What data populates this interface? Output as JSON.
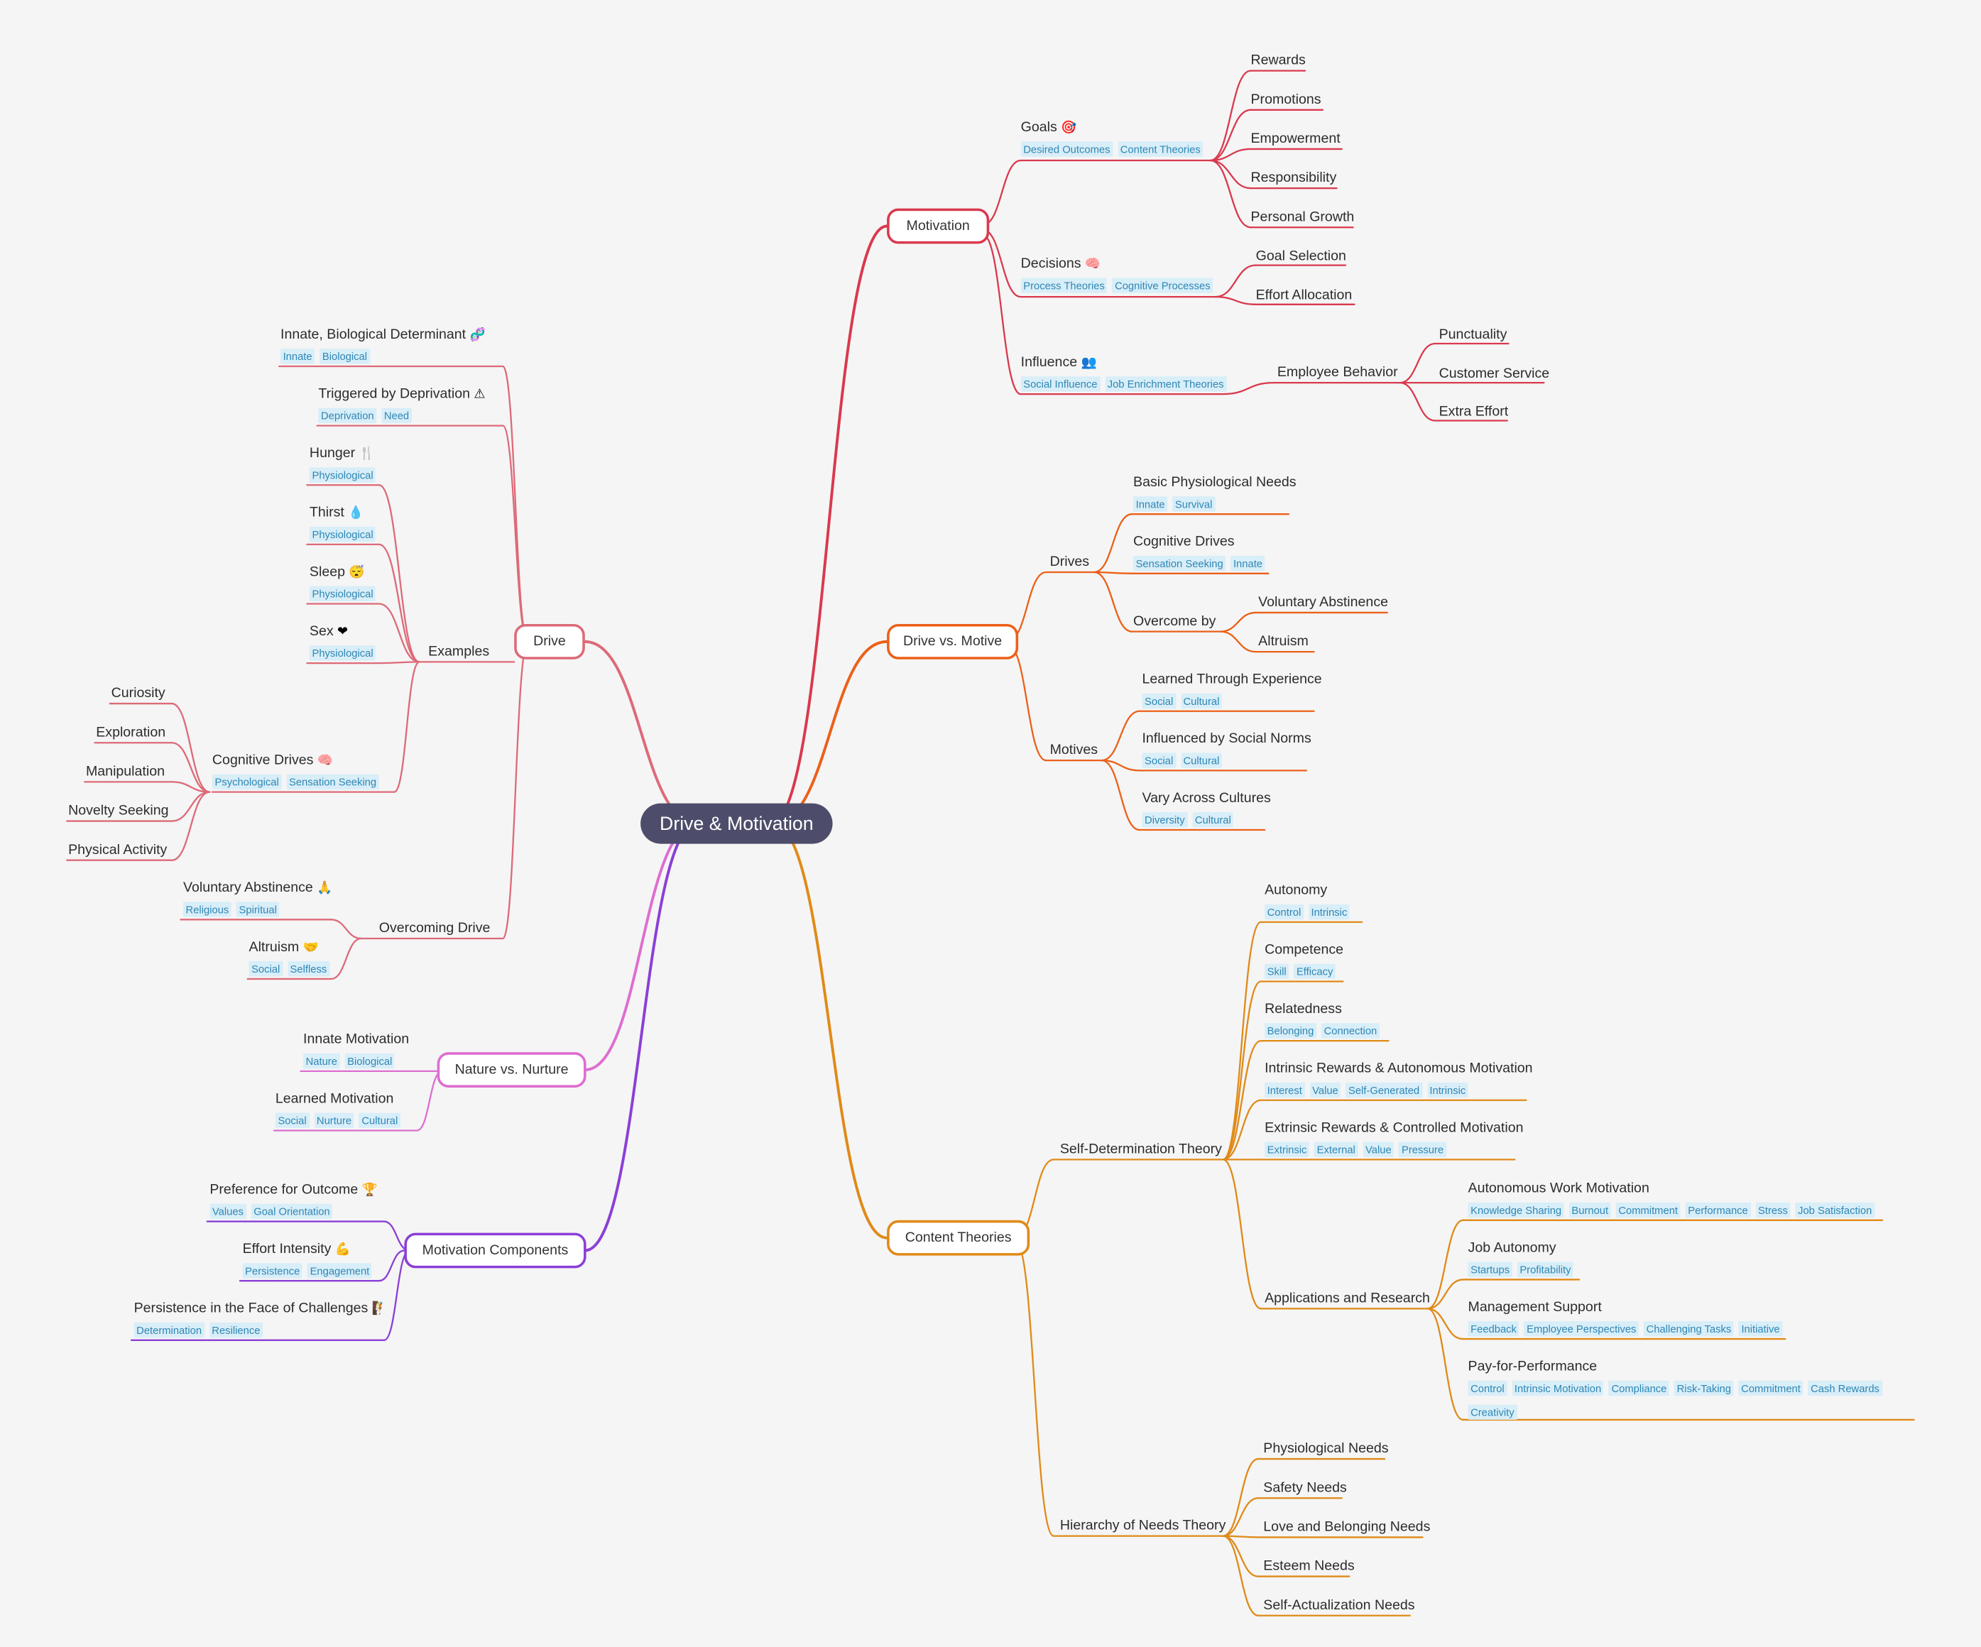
{
  "root": "Drive & Motivation",
  "colors": {
    "motivation": "#d9394e",
    "drive_motive": "#ec6019",
    "content": "#e08a18",
    "drive": "#dd6a78",
    "nature": "#dd6ed0",
    "components": "#8b3fd6",
    "tag_bg": "#d8eef8",
    "tag_text": "#2f86b4",
    "root_bg": "#4d4d6b"
  },
  "motivation": {
    "label": "Motivation",
    "goals": {
      "label": "Goals",
      "icon": "target-icon",
      "emoji": "🎯",
      "tags": [
        "Desired Outcomes",
        "Content Theories"
      ],
      "children": [
        "Rewards",
        "Promotions",
        "Empowerment",
        "Responsibility",
        "Personal Growth"
      ]
    },
    "decisions": {
      "label": "Decisions",
      "icon": "brain-icon",
      "emoji": "🧠",
      "tags": [
        "Process Theories",
        "Cognitive Processes"
      ],
      "children": [
        "Goal Selection",
        "Effort Allocation"
      ]
    },
    "influence": {
      "label": "Influence",
      "icon": "people-icon",
      "emoji": "👥",
      "tags": [
        "Social Influence",
        "Job Enrichment Theories"
      ],
      "employee_behavior": {
        "label": "Employee Behavior",
        "children": [
          "Punctuality",
          "Customer Service",
          "Extra Effort"
        ]
      }
    }
  },
  "drive_vs_motive": {
    "label": "Drive vs. Motive",
    "drives": {
      "label": "Drives",
      "basic": {
        "label": "Basic Physiological Needs",
        "tags": [
          "Innate",
          "Survival"
        ]
      },
      "cognitive": {
        "label": "Cognitive Drives",
        "tags": [
          "Sensation Seeking",
          "Innate"
        ]
      },
      "overcome": {
        "label": "Overcome by",
        "children": [
          "Voluntary Abstinence",
          "Altruism"
        ]
      }
    },
    "motives": {
      "label": "Motives",
      "children": [
        {
          "label": "Learned Through Experience",
          "tags": [
            "Social",
            "Cultural"
          ]
        },
        {
          "label": "Influenced by Social Norms",
          "tags": [
            "Social",
            "Cultural"
          ]
        },
        {
          "label": "Vary Across Cultures",
          "tags": [
            "Diversity",
            "Cultural"
          ]
        }
      ]
    }
  },
  "content_theories": {
    "label": "Content Theories",
    "sdt": {
      "label": "Self-Determination Theory",
      "children": [
        {
          "label": "Autonomy",
          "tags": [
            "Control",
            "Intrinsic"
          ]
        },
        {
          "label": "Competence",
          "tags": [
            "Skill",
            "Efficacy"
          ]
        },
        {
          "label": "Relatedness",
          "tags": [
            "Belonging",
            "Connection"
          ]
        },
        {
          "label": "Intrinsic Rewards & Autonomous Motivation",
          "tags": [
            "Interest",
            "Value",
            "Self-Generated",
            "Intrinsic"
          ]
        },
        {
          "label": "Extrinsic Rewards & Controlled Motivation",
          "tags": [
            "Extrinsic",
            "External",
            "Value",
            "Pressure"
          ]
        }
      ],
      "applications": {
        "label": "Applications and Research",
        "children": [
          {
            "label": "Autonomous Work Motivation",
            "tags": [
              "Knowledge Sharing",
              "Burnout",
              "Commitment",
              "Performance",
              "Stress",
              "Job Satisfaction"
            ]
          },
          {
            "label": "Job Autonomy",
            "tags": [
              "Startups",
              "Profitability"
            ]
          },
          {
            "label": "Management Support",
            "tags": [
              "Feedback",
              "Employee Perspectives",
              "Challenging Tasks",
              "Initiative"
            ]
          },
          {
            "label": "Pay-for-Performance",
            "tags": [
              "Control",
              "Intrinsic Motivation",
              "Compliance",
              "Risk-Taking",
              "Commitment",
              "Cash Rewards",
              "Creativity"
            ]
          }
        ]
      }
    },
    "hierarchy": {
      "label": "Hierarchy of Needs Theory",
      "children": [
        "Physiological Needs",
        "Safety Needs",
        "Love and Belonging Needs",
        "Esteem Needs",
        "Self-Actualization Needs"
      ]
    }
  },
  "drive": {
    "label": "Drive",
    "innate": {
      "label": "Innate, Biological Determinant",
      "icon": "dna-icon",
      "emoji": "🧬",
      "tags": [
        "Innate",
        "Biological"
      ]
    },
    "triggered": {
      "label": "Triggered by Deprivation",
      "icon": "warning-icon",
      "emoji": "⚠",
      "tags": [
        "Deprivation",
        "Need"
      ]
    },
    "examples": {
      "label": "Examples",
      "children": [
        {
          "label": "Hunger",
          "icon": "fork-knife-icon",
          "emoji": "🍴",
          "tags": [
            "Physiological"
          ]
        },
        {
          "label": "Thirst",
          "icon": "droplet-icon",
          "emoji": "💧",
          "tags": [
            "Physiological"
          ]
        },
        {
          "label": "Sleep",
          "icon": "sleeping-face-icon",
          "emoji": "😴",
          "tags": [
            "Physiological"
          ]
        },
        {
          "label": "Sex",
          "icon": "heart-icon",
          "emoji": "❤",
          "tags": [
            "Physiological"
          ]
        }
      ],
      "cognitive": {
        "label": "Cognitive Drives",
        "icon": "brain-icon",
        "emoji": "🧠",
        "tags": [
          "Psychological",
          "Sensation Seeking"
        ],
        "children": [
          "Curiosity",
          "Exploration",
          "Manipulation",
          "Novelty Seeking",
          "Physical Activity"
        ]
      }
    },
    "overcoming": {
      "label": "Overcoming Drive",
      "children": [
        {
          "label": "Voluntary Abstinence",
          "icon": "praying-hands-icon",
          "emoji": "🙏",
          "tags": [
            "Religious",
            "Spiritual"
          ]
        },
        {
          "label": "Altruism",
          "icon": "handshake-icon",
          "emoji": "🤝",
          "tags": [
            "Social",
            "Selfless"
          ]
        }
      ]
    }
  },
  "nature_nurture": {
    "label": "Nature vs. Nurture",
    "children": [
      {
        "label": "Innate Motivation",
        "tags": [
          "Nature",
          "Biological"
        ]
      },
      {
        "label": "Learned Motivation",
        "tags": [
          "Social",
          "Nurture",
          "Cultural"
        ]
      }
    ]
  },
  "components": {
    "label": "Motivation Components",
    "children": [
      {
        "label": "Preference for Outcome",
        "icon": "trophy-icon",
        "emoji": "🏆",
        "tags": [
          "Values",
          "Goal Orientation"
        ]
      },
      {
        "label": "Effort Intensity",
        "icon": "flexed-biceps-icon",
        "emoji": "💪",
        "tags": [
          "Persistence",
          "Engagement"
        ]
      },
      {
        "label": "Persistence in the Face of Challenges",
        "icon": "person-climbing-icon",
        "emoji": "🧗",
        "tags": [
          "Determination",
          "Resilience"
        ]
      }
    ]
  }
}
